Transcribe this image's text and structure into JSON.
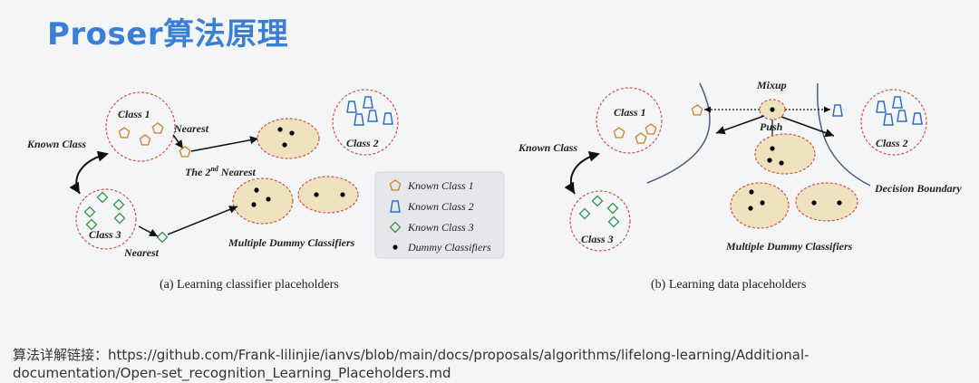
{
  "title": "Proser算法原理",
  "diagram_a": {
    "class1": "Class 1",
    "class2": "Class 2",
    "class3": "Class 3",
    "known_class": "Known Class",
    "nearest_top": "Nearest",
    "second_nearest_pre": "The 2",
    "second_nearest_sup": "nd",
    "second_nearest_post": " Nearest",
    "nearest_bottom": "Nearest",
    "multiple_dummy": "Multiple Dummy Classifiers",
    "caption": "(a)  Learning classifier placeholders"
  },
  "legend": {
    "items": [
      {
        "label": "Known Class 1",
        "icon": "pentagon-icon",
        "color": "#c98a3c"
      },
      {
        "label": "Known Class 2",
        "icon": "trapezoid-icon",
        "color": "#2f6fbf"
      },
      {
        "label": "Known Class 3",
        "icon": "diamond-icon",
        "color": "#3a9a55"
      },
      {
        "label": "Dummy Classifiers",
        "icon": "dot-icon",
        "color": "#000000"
      }
    ]
  },
  "diagram_b": {
    "class1": "Class 1",
    "class2": "Class 2",
    "class3": "Class 3",
    "known_class": "Known Class",
    "mixup": "Mixup",
    "push": "Push",
    "decision_boundary": "Decision Boundary",
    "multiple_dummy": "Multiple Dummy Classifiers",
    "caption": "(b)  Learning data placeholders"
  },
  "link": {
    "line1": "算法详解链接：https://github.com/Frank-lilinjie/ianvs/blob/main/docs/proposals/algorithms/lifelong-learning/Additional-",
    "line2": "documentation/Open-set_recognition_Learning_Placeholders.md"
  },
  "colors": {
    "title": "#3a7fd5",
    "circle_border": "#d0554a",
    "dummy_fill": "#efe2bf",
    "pentagon": "#c98a3c",
    "trapezoid": "#2f6fbf",
    "diamond": "#3a9a55",
    "boundary": "#4f5b7a"
  }
}
